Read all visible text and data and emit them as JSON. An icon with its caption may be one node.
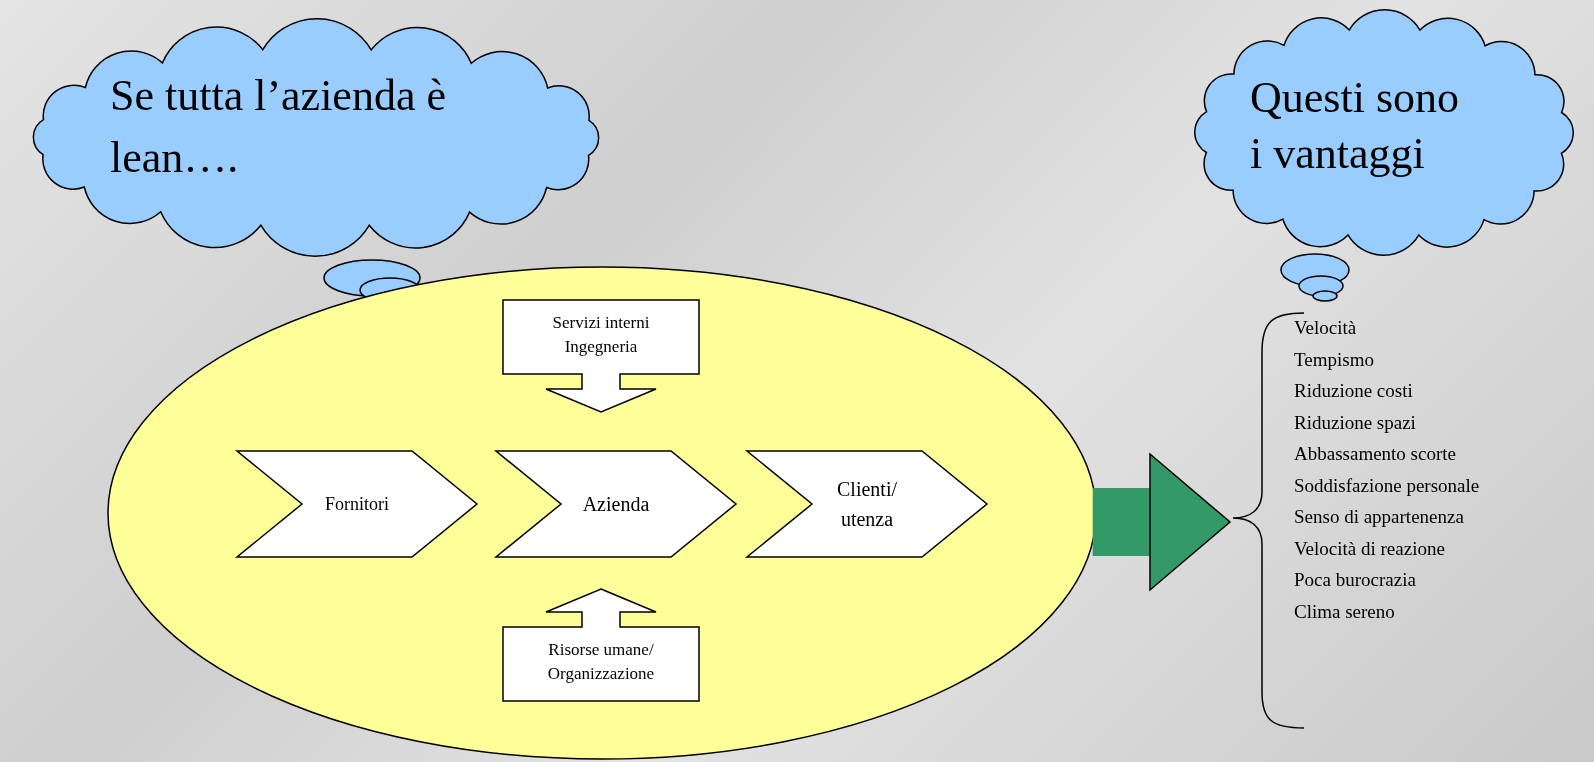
{
  "diagram": {
    "nodes": [
      {
        "text": [
          "Se tutta l’azienda è lean…."
        ]
      },
      {
        "text": [],
        "shape": "ellipse"
      },
      {
        "text": [
          "Servizi interni Ingegneria"
        ],
        "in": 1
      },
      {
        "text": [
          "Fornitori"
        ],
        "in": 1
      },
      {
        "text": [
          "Azienda"
        ],
        "in": 1
      },
      {
        "text": [
          "Clienti/ utenza"
        ],
        "in": 1
      },
      {
        "text": [
          "Risorse umane/ Organizzazione"
        ],
        "in": 1
      },
      {
        "text": [
          "Questi sono i vantaggi"
        ]
      },
      {
        "text": [
          "Velocità",
          "Tempismo",
          "Riduzione costi",
          "Riduzione spazi",
          "Abbassamento scorte",
          "Soddisfazione personale",
          "Senso di appartenenza",
          "Velocità di reazione",
          "Poca burocrazia",
          "Clima sereno"
        ]
      }
    ],
    "edges": [
      {
        "from": 1,
        "to": 8,
        "arrow": "to",
        "color": "#339966"
      }
    ]
  }
}
